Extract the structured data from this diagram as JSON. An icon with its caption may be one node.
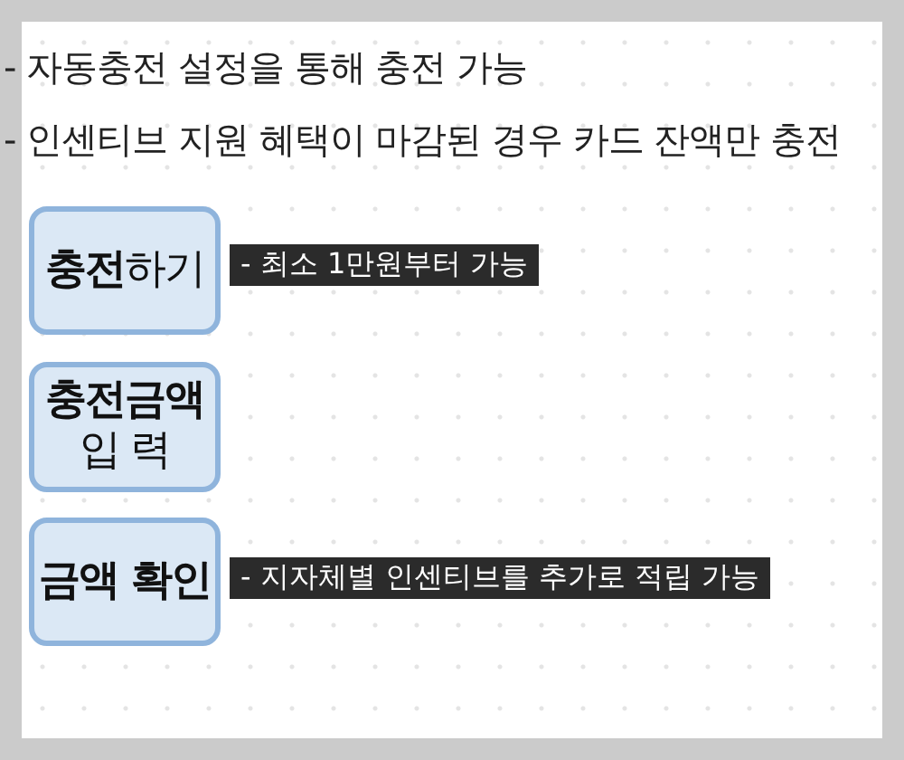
{
  "diagram": {
    "nodes": [
      {
        "text": [
          "**충전**하기"
        ],
        "beside": [
          "- 최소 1만원부터 가능"
        ]
      },
      {
        "text": [
          "충전금액",
          "입 력"
        ]
      },
      {
        "text": [
          "금액 확인"
        ],
        "beside": [
          "- 지자체별 인센티브를 추가로 적립 가능"
        ]
      }
    ],
    "labels": [
      "- 자동충전 설정을 통해 충전 가능",
      "- 인센티브 지원 혜택이 마감된 경우 카드 잔액만 충전"
    ]
  }
}
